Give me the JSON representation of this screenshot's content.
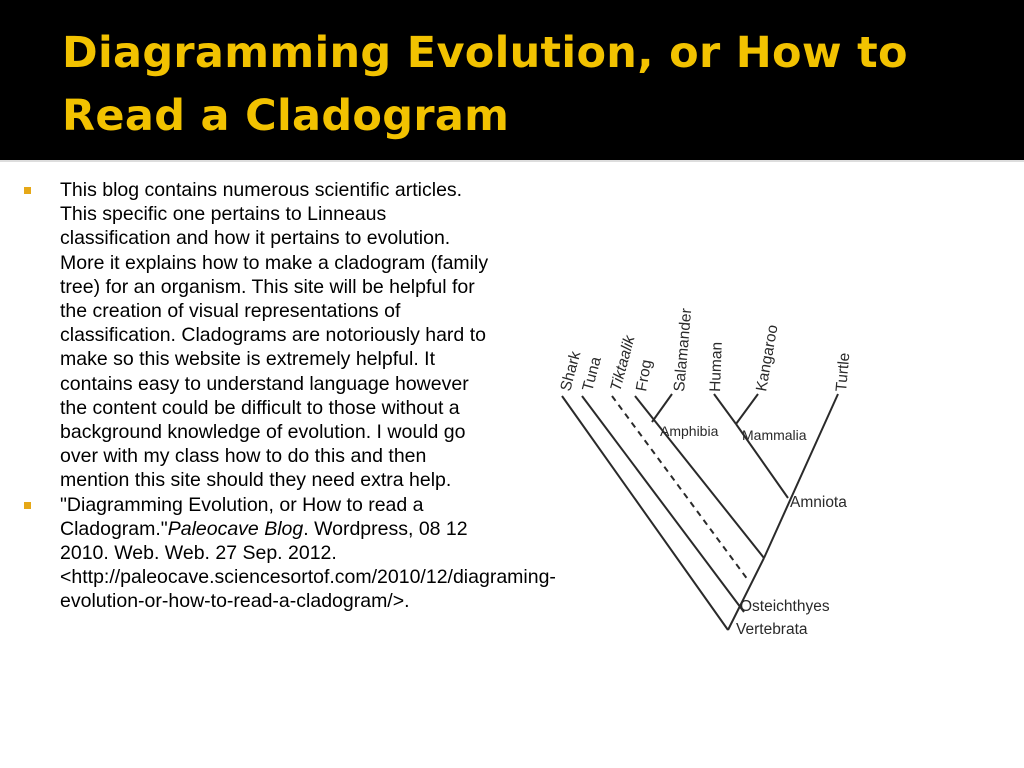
{
  "slide": {
    "title": "Diagramming Evolution, or How to Read a Cladogram",
    "colors": {
      "background": "#000000",
      "title": "#f2c200",
      "bullet": "#e6a817",
      "content_bg": "#ffffff"
    }
  },
  "bullets": [
    {
      "text": "This blog contains numerous scientific articles. This specific one pertains to Linneaus classification and how it pertains to evolution. More it explains how to make a cladogram (family tree) for an organism. This site will be helpful for the creation of visual representations of classification. Cladograms are notoriously hard to make so this website is extremely helpful. It contains easy to understand language however the content could be difficult to those without a background knowledge of evolution. I would go over with my class how to do this and then mention this site should they need extra help."
    },
    {
      "citation_prefix": "\"Diagramming Evolution, or How to read a Cladogram.\"",
      "citation_source": "Paleocave Blog",
      "citation_suffix": ". Wordpress, 08 12 2010. Web. Web. 27 Sep. 2012. <http://paleocave.sciencesortof.com/2010/12/diagraming-evolution-or-how-to-read-a-cladogram/>."
    }
  ],
  "cladogram": {
    "taxa": [
      "Shark",
      "Tuna",
      "Tiktaalik",
      "Frog",
      "Salamander",
      "Human",
      "Kangaroo",
      "Turtle"
    ],
    "clades": [
      "Amphibia",
      "Mammalia",
      "Amniota",
      "Osteichthyes",
      "Vertebrata"
    ]
  }
}
